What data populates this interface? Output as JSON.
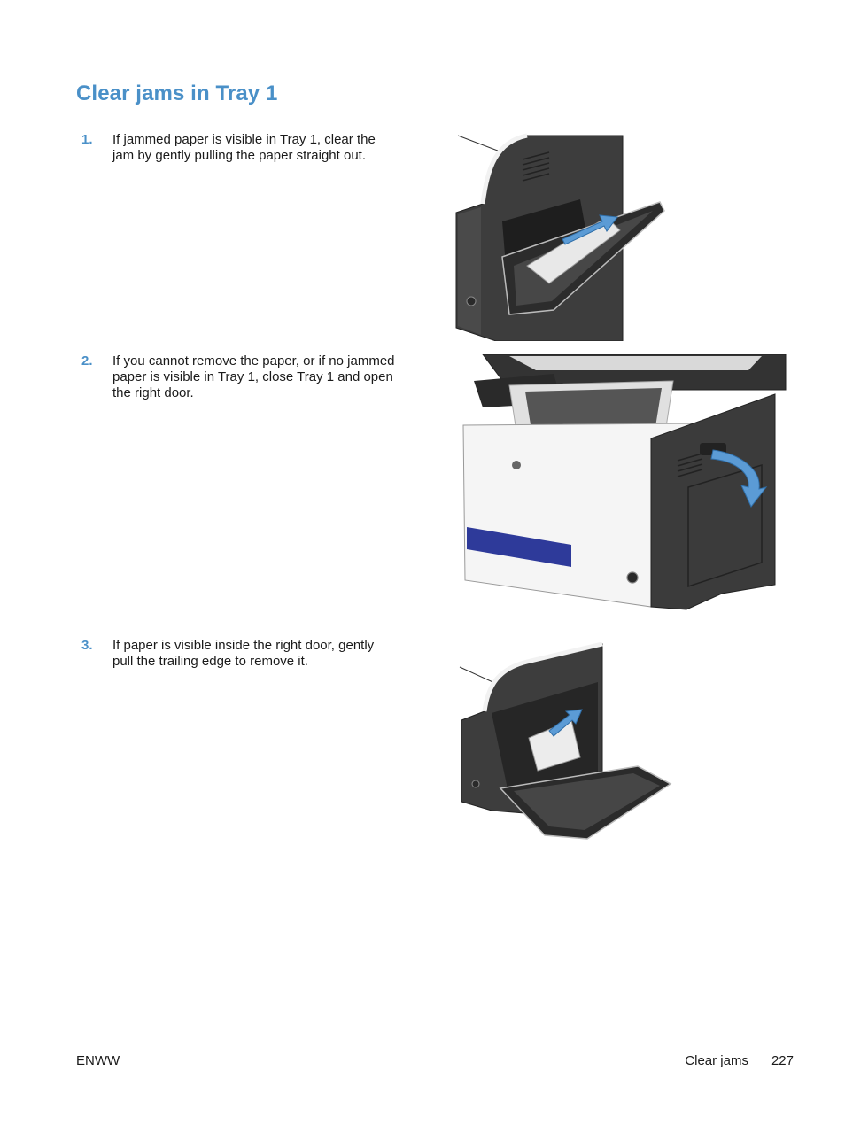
{
  "title": "Clear jams in Tray 1",
  "steps": [
    {
      "number": "1.",
      "text": "If jammed paper is visible in Tray 1, clear the jam by gently pulling the paper straight out."
    },
    {
      "number": "2.",
      "text": "If you cannot remove the paper, or if no jammed paper is visible in Tray 1, close Tray 1 and open the right door."
    },
    {
      "number": "3.",
      "text": "If paper is visible inside the right door, gently pull the trailing edge to remove it."
    }
  ],
  "footer": {
    "left": "ENWW",
    "section": "Clear jams",
    "page": "227"
  },
  "colors": {
    "accent": "#4a90c8",
    "printer_dark": "#3b3b3b",
    "arrow_blue": "#5b9bd5"
  }
}
